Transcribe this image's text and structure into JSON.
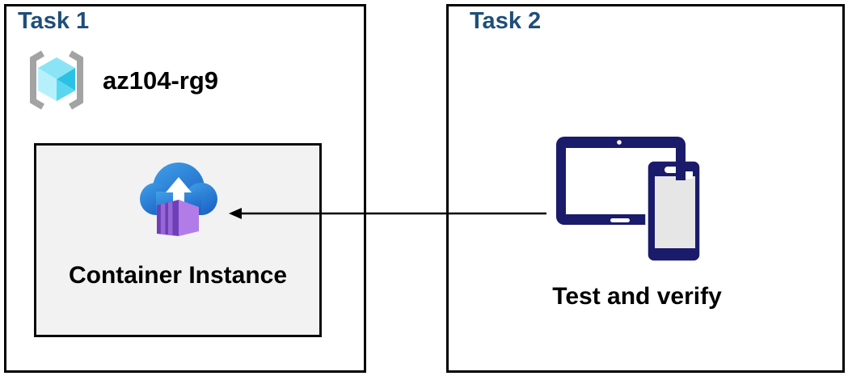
{
  "diagram": {
    "task1": {
      "title": "Task 1",
      "resource_group": {
        "name": "az104-rg9",
        "icon": "resource-group-icon"
      },
      "panel": {
        "label": "Container Instance",
        "icon": "container-instances-icon"
      }
    },
    "task2": {
      "title": "Task 2",
      "label": "Test and verify",
      "icon": "devices-icon"
    },
    "arrow": {
      "from": "task2-devices",
      "to": "task1-container-instance",
      "direction": "right-to-left"
    },
    "colors": {
      "task_title": "#1F4E79",
      "box_border": "#000000",
      "panel_fill": "#F2F2F2",
      "label_text": "#000000",
      "device_navy": "#1B1B6B",
      "phone_screen_gray": "#E6E6E6",
      "cloud_blue_top": "#41A0E8",
      "cloud_blue_bottom": "#1C66C6",
      "container_front_purple": "#6E3FB8",
      "container_rib_purple": "#9768D4",
      "container_side_purple": "#B17CE8",
      "cube_top_cyan": "#8AE4F5",
      "cube_left_cyan": "#B6F1FB",
      "cube_right_dark_cyan": "#2BC1E5",
      "cube_right_light_cyan": "#59D6F0",
      "bracket_gray": "#A3A3A3"
    }
  }
}
